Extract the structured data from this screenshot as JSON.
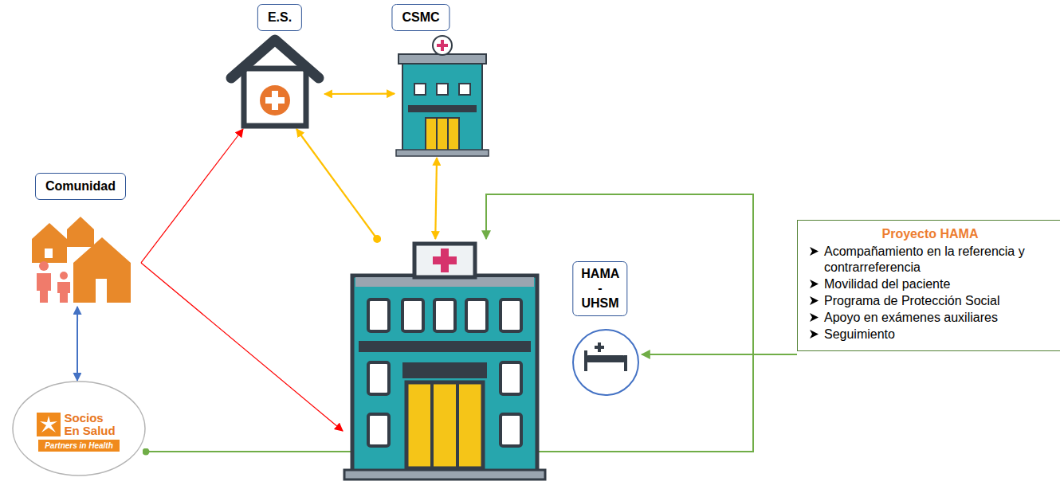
{
  "diagram": {
    "nodes": [
      {
        "text": [
          "E.S."
        ]
      },
      {
        "text": [
          "CSMC"
        ]
      },
      {
        "text": [
          "Comunidad"
        ]
      },
      {
        "text": [
          "HAMA - UHSM"
        ]
      },
      {
        "text": [
          "Proyecto HAMA",
          "Acompañamiento en la referencia y contrarreferencia",
          "Movilidad del paciente",
          "Programa de Protección Social",
          "Apoyo en exámenes auxiliares",
          "Seguimiento"
        ]
      },
      {
        "text": [
          "Socios En Salud",
          "Partners in Health"
        ]
      }
    ],
    "edges": [
      {
        "from": 2,
        "to": 0,
        "arrow": "to"
      },
      {
        "from": 2,
        "to": 3,
        "arrow": "to"
      },
      {
        "from": 0,
        "to": 1,
        "arrow": "both"
      },
      {
        "from": 1,
        "to": 3,
        "arrow": "both"
      },
      {
        "from": 3,
        "to": 0,
        "arrow": "to"
      },
      {
        "from": 5,
        "to": 2,
        "arrow": "both"
      },
      {
        "from": 5,
        "to": 3,
        "arrow": "to"
      },
      {
        "from": 4,
        "to": 3,
        "arrow": "to"
      }
    ]
  }
}
